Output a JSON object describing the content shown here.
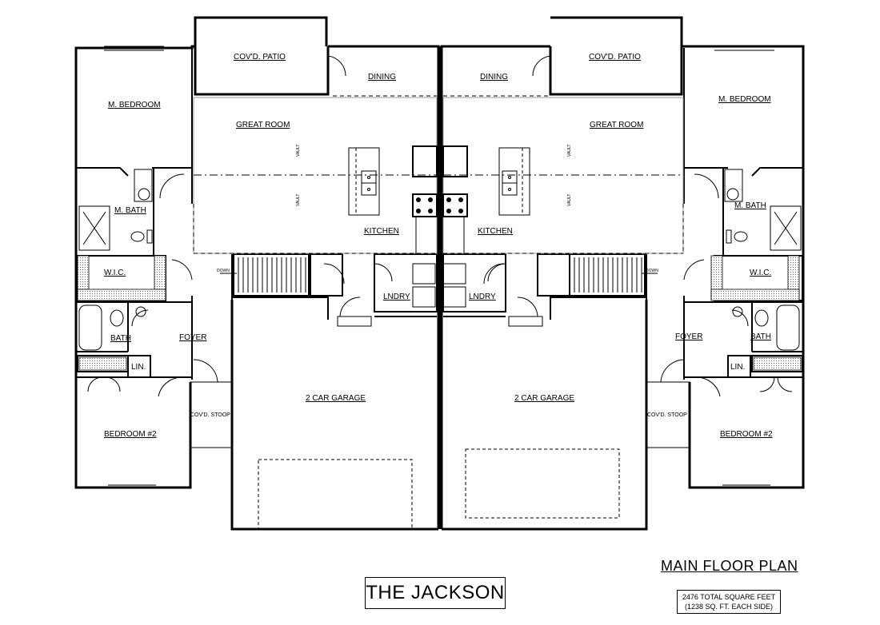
{
  "plan": {
    "name": "THE JACKSON",
    "title": "MAIN FLOOR PLAN",
    "sqft_line1": "2476 TOTAL SQUARE FEET",
    "sqft_line2": "(1238 SQ. FT. EACH SIDE)"
  },
  "rooms": {
    "covd_patio": "COV'D. PATIO",
    "dining": "DINING",
    "great_room": "GREAT ROOM",
    "m_bedroom": "M. BEDROOM",
    "m_bath": "M. BATH",
    "kitchen": "KITCHEN",
    "wic": "W.I.C.",
    "lndry": "LNDRY",
    "bath": "BATH",
    "foyer": "FOYER",
    "lin": "LIN.",
    "bedroom2": "BEDROOM #2",
    "covd_stoop": "COV'D. STOOP",
    "garage": "2 CAR GARAGE"
  },
  "annotations": {
    "down": "DOWN",
    "vault": "VAULT"
  }
}
